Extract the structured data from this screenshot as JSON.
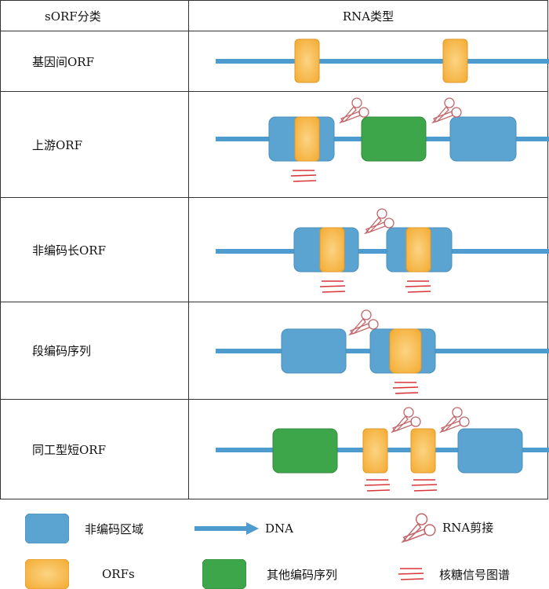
{
  "header": {
    "col1": "sORF分类",
    "col2": "RNA类型"
  },
  "rows": [
    {
      "label": "基因间ORF"
    },
    {
      "label": "上游ORF"
    },
    {
      "label": "非编码长ORF"
    },
    {
      "label": "段编码序列"
    },
    {
      "label": "同工型短ORF"
    }
  ],
  "legend": {
    "noncoding": "非编码区域",
    "dna": "DNA",
    "splice": "RNA剪接",
    "orf": "ORFs",
    "other_coding": "其他编码序列",
    "ribo": "核糖信号图谱"
  },
  "colors": {
    "blue_region": "#5ba3d0",
    "arrow": "#4e9bcf",
    "orf": "#f5b03c",
    "orf_center": "#fbd483",
    "green": "#3da64a",
    "ribo": "#d9343a",
    "scissors": "#c2666a"
  }
}
